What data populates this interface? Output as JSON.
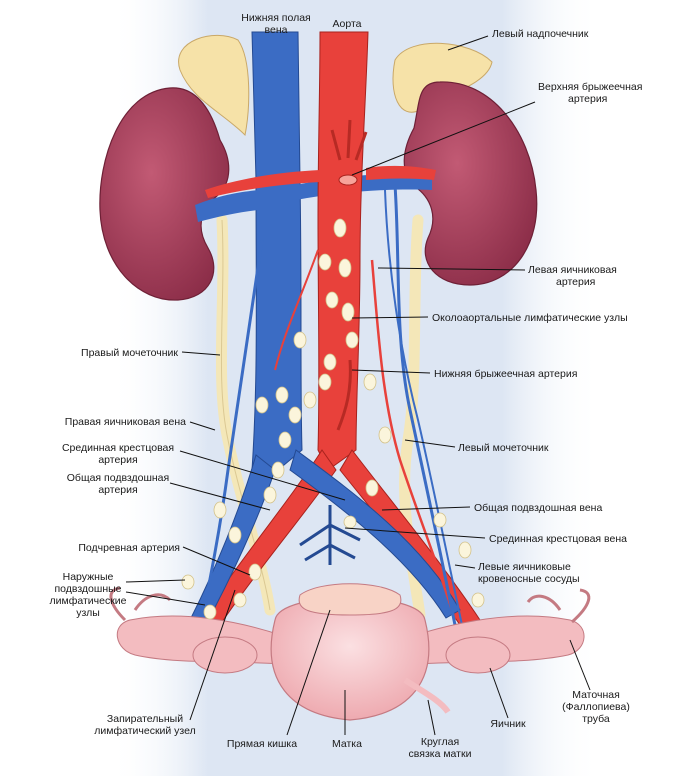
{
  "labels": {
    "ivc": [
      "Нижняя полая",
      "вена"
    ],
    "aorta": "Аорта",
    "left_adrenal": "Левый надпочечник",
    "superior_mesenteric": [
      "Верхняя брыжеечная",
      "артерия"
    ],
    "left_ovarian_artery": [
      "Левая яичниковая",
      "артерия"
    ],
    "paraaortic_nodes": "Околоаортальные лимфатические узлы",
    "inferior_mesenteric": "Нижняя брыжеечная артерия",
    "left_ureter": "Левый мочеточник",
    "common_iliac_vein": "Общая подвздошная вена",
    "median_sacral_vein": "Срединная крестцовая вена",
    "left_ovarian_vessels": [
      "Левые яичниковые",
      "кровеносные сосуды"
    ],
    "uterine_tube": [
      "Маточная",
      "(Фаллопиева)",
      "труба"
    ],
    "ovary": "Яичник",
    "round_ligament": [
      "Круглая",
      "связка матки"
    ],
    "uterus": "Матка",
    "rectum": "Прямая кишка",
    "obturator_node": [
      "Запирательный",
      "лимфатический узел"
    ],
    "external_iliac_nodes": [
      "Наружные",
      "подвздошные",
      "лимфатические",
      "узлы"
    ],
    "hypogastric_artery": "Подчревная артерия",
    "common_iliac_artery": [
      "Общая подвздошная",
      "артерия"
    ],
    "median_sacral_artery": [
      "Срединная крестцовая",
      "артерия"
    ],
    "right_ovarian_vein": "Правая яичниковая вена",
    "right_ureter": "Правый мочеточник"
  },
  "colors": {
    "artery": "#e8413b",
    "vein": "#3b6cc4",
    "kidney": "#a33a55",
    "adrenal": "#f6e2a8",
    "ureter": "#f4e7b8",
    "node": "#fbf5dc",
    "pelvic": "#f3bcc0",
    "background": "#dde6f3"
  }
}
